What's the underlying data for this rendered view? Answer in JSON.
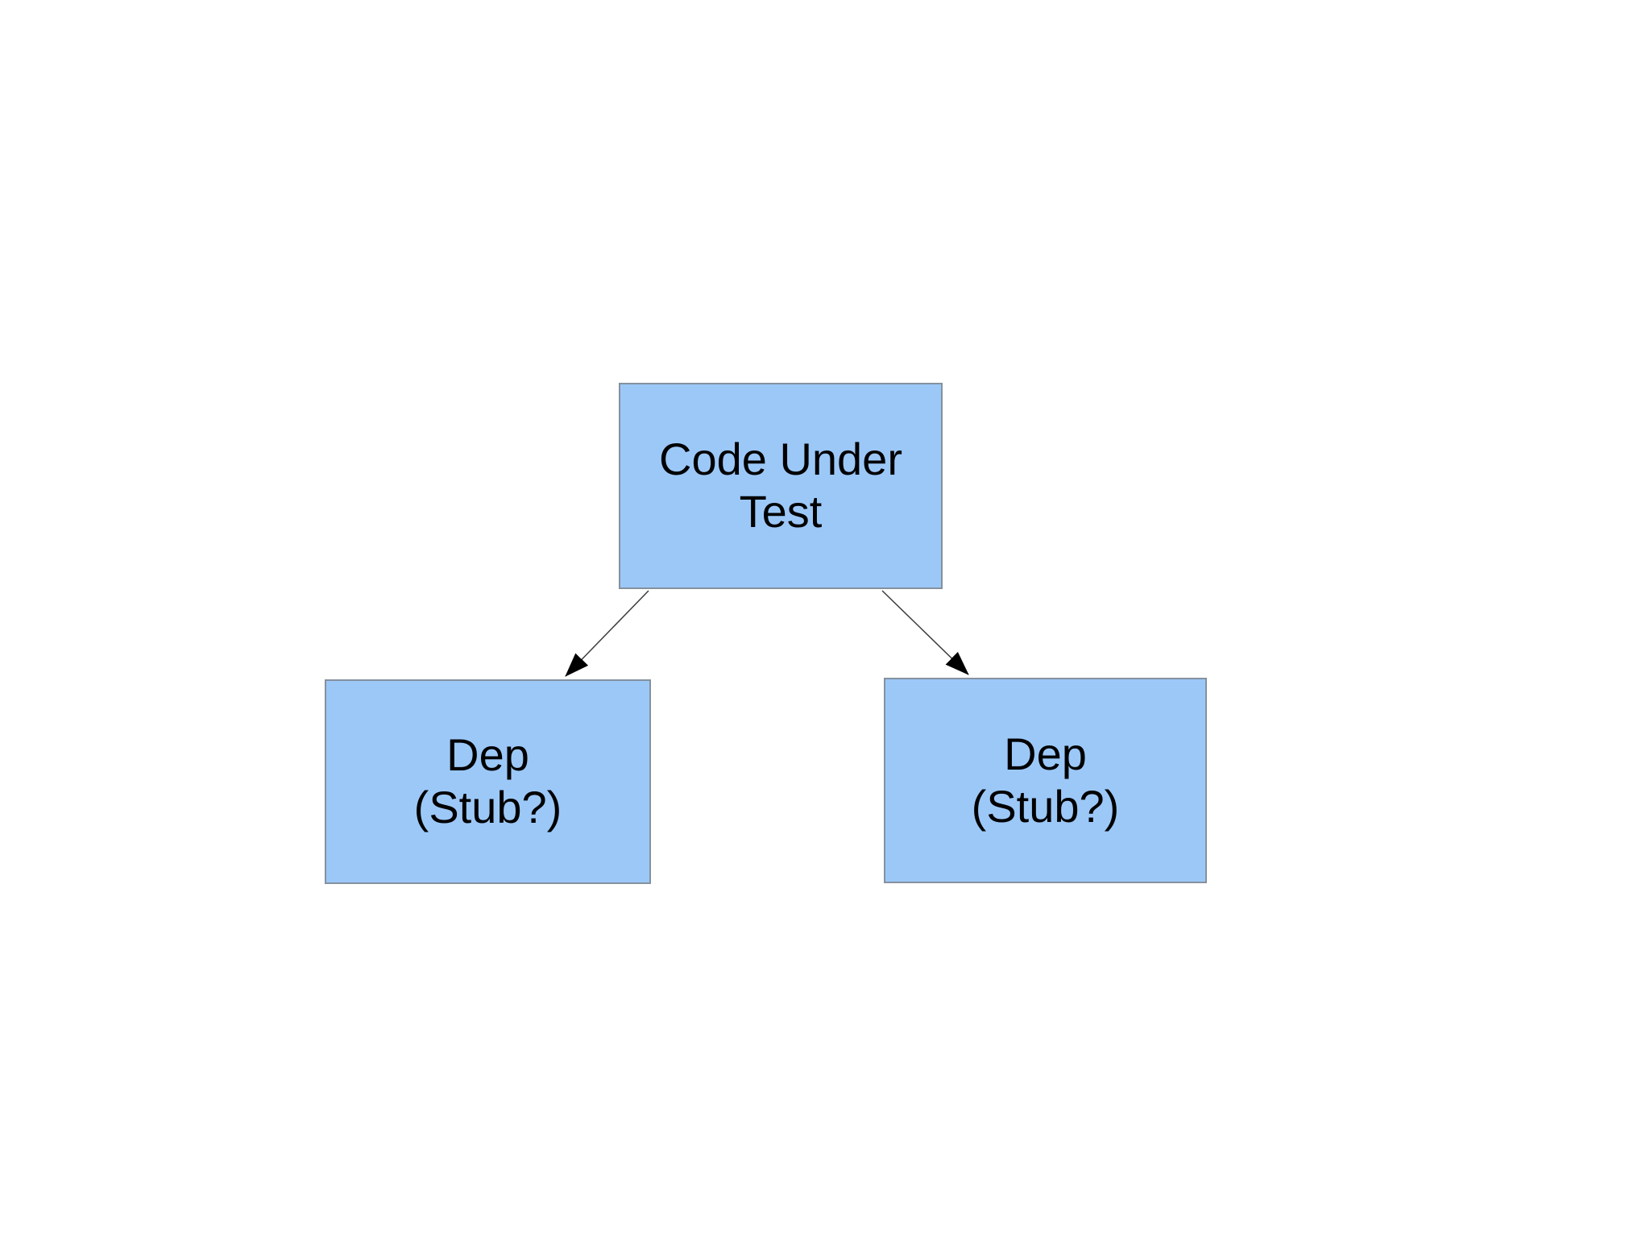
{
  "diagram": {
    "nodes": [
      {
        "id": "code-under-test",
        "label": "Code Under\nTest"
      },
      {
        "id": "dep-stub-left",
        "label": "Dep\n(Stub?)"
      },
      {
        "id": "dep-stub-right",
        "label": "Dep\n(Stub?)"
      }
    ],
    "edges": [
      {
        "from": "code-under-test",
        "to": "dep-stub-left"
      },
      {
        "from": "code-under-test",
        "to": "dep-stub-right"
      }
    ],
    "colors": {
      "background": "#ffffff",
      "node_fill": "#9cc8f8",
      "node_border": "#84919e",
      "edge_line": "#3c3c3c",
      "arrowhead": "#000000",
      "text": "#000000"
    }
  }
}
